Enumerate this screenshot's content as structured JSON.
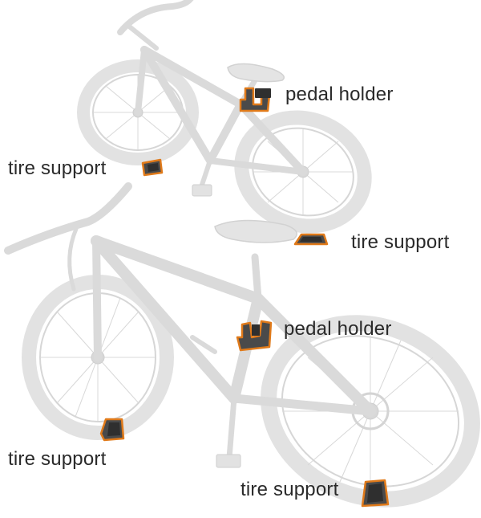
{
  "labels": {
    "pedal_holder_top": "pedal holder",
    "tire_support_left_top": "tire support",
    "tire_support_right_mid": "tire support",
    "pedal_holder_bottom": "pedal holder",
    "tire_support_left_bottom": "tire support",
    "tire_support_right_bottom": "tire support"
  },
  "colors": {
    "bracket_outline": "#e07a1a",
    "bike_ghost": "#dadada",
    "label_text": "#2a2a2a"
  }
}
